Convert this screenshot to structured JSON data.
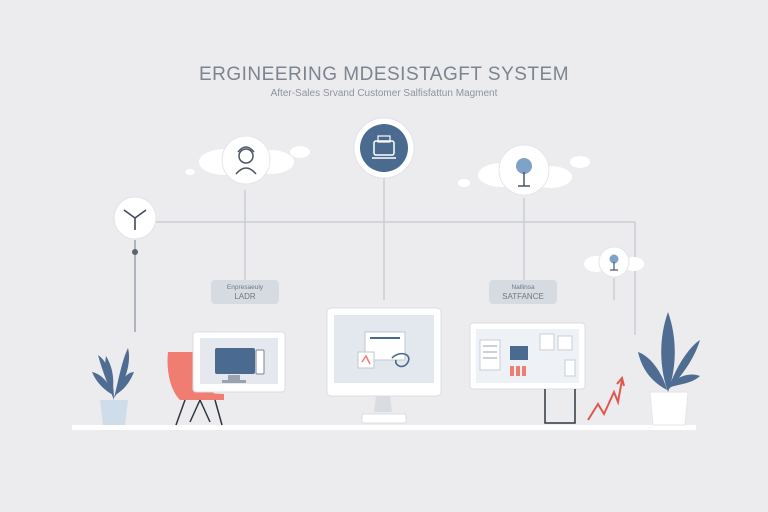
{
  "header": {
    "title": "ERGINEERING MDESISTAGFT SYSTEM",
    "subtitle": "After-Sales Srvand Customer Salfisfattun Magment"
  },
  "labels": [
    {
      "line1": "Enpresaeuly",
      "line2": "LADR"
    },
    {
      "line1": "Nallinsa",
      "line2": "SATFANCE"
    }
  ],
  "colors": {
    "background": "#ececef",
    "accent_blue": "#4a6a90",
    "chair_coral": "#ef7d72",
    "growth_red": "#e0574f",
    "plant_blue": "#4f6d93"
  },
  "icons": {
    "left_node": "connector-node-icon",
    "support_node": "support-agent-icon",
    "center_node": "engineering-machine-icon",
    "right_node": "location-pin-icon",
    "far_right_node": "location-pin-icon"
  }
}
